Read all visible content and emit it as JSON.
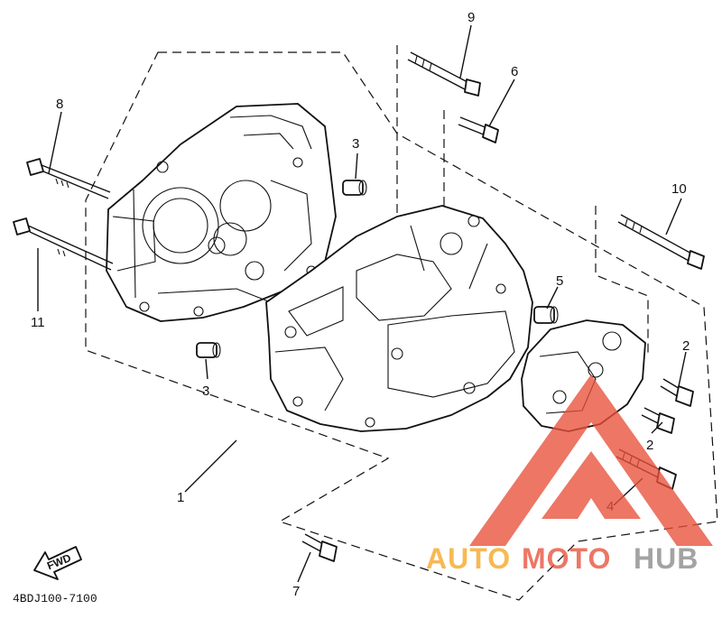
{
  "diagram": {
    "part_code": "4BDJ100-7100",
    "fwd_label": "FWD",
    "callouts": {
      "c1": "1",
      "c2a": "2",
      "c2b": "2",
      "c3a": "3",
      "c3b": "3",
      "c4": "4",
      "c5": "5",
      "c6": "6",
      "c7": "7",
      "c8": "8",
      "c9": "9",
      "c10": "10",
      "c11": "11"
    }
  },
  "watermark": {
    "text_part1": "AUTO",
    "text_part2": "MOTO",
    "text_part3": "HUB",
    "color_orange": "#f5a623",
    "color_red": "#e8503a",
    "color_gray": "#8a8a8a"
  }
}
